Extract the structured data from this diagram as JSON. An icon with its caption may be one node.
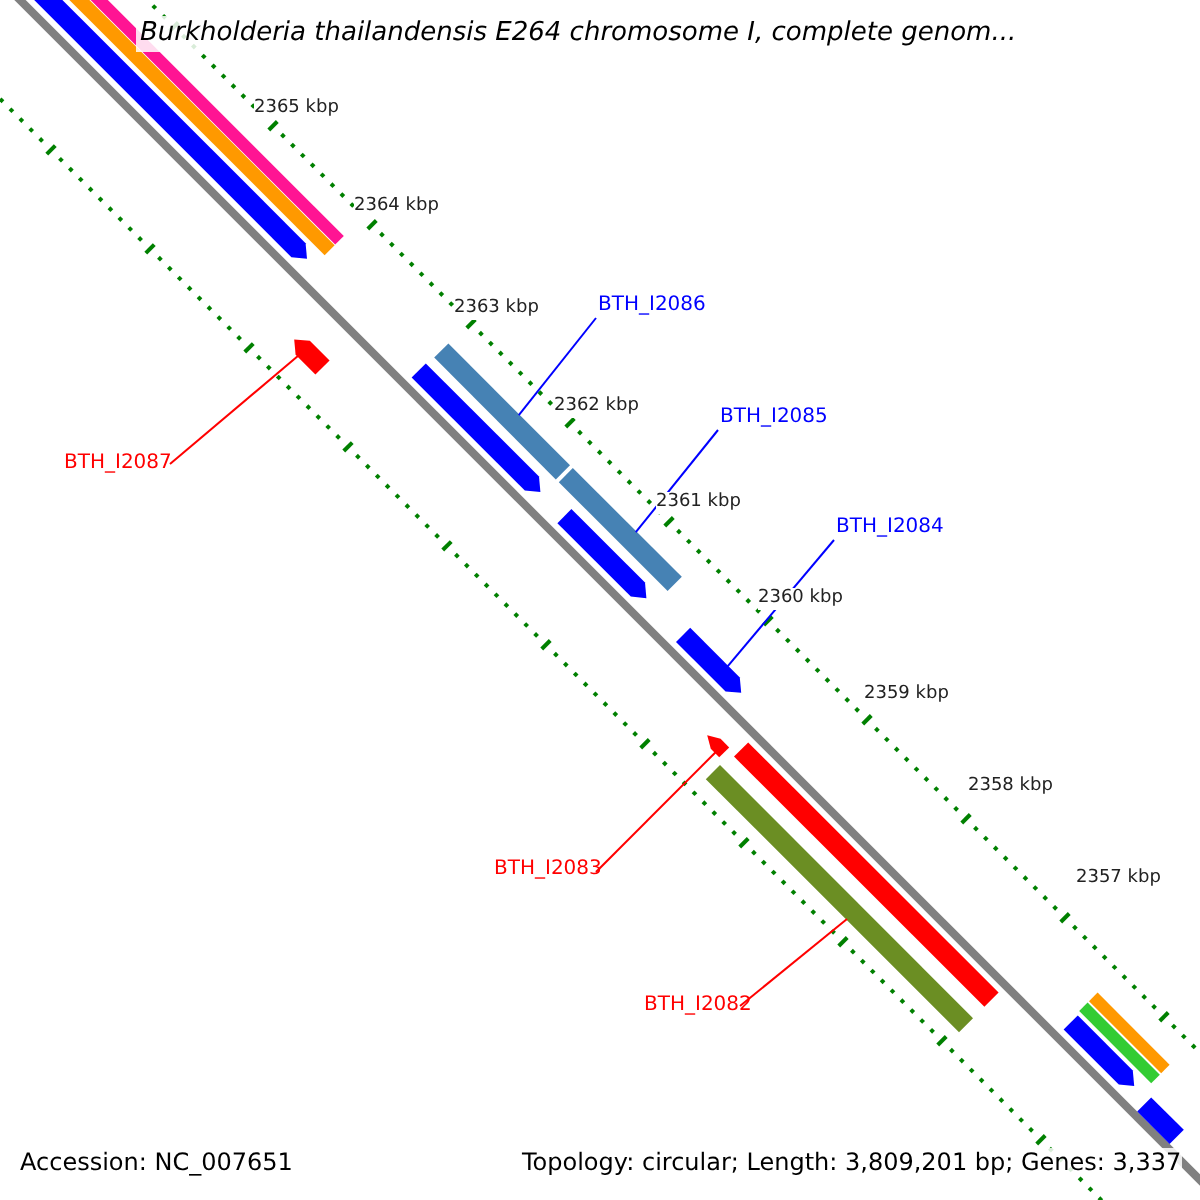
{
  "diagram": {
    "title": "Burkholderia thailandensis E264 chromosome I, complete genom...",
    "nodes": [
      {
        "text": [
          "BTH_I2086"
        ]
      },
      {
        "text": [
          "BTH_I2085"
        ]
      },
      {
        "text": [
          "BTH_I2084"
        ]
      },
      {
        "text": [
          "BTH_I2087"
        ]
      },
      {
        "text": [
          "BTH_I2083"
        ]
      },
      {
        "text": [
          "BTH_I2082"
        ]
      },
      {
        "text": [],
        "shape": "bar"
      },
      {
        "text": [],
        "shape": "bar"
      },
      {
        "text": [],
        "shape": "bar"
      },
      {
        "text": [],
        "shape": "bar"
      },
      {
        "text": [],
        "shape": "bar"
      },
      {
        "text": [],
        "shape": "bar"
      },
      {
        "text": [],
        "shape": "bar"
      },
      {
        "text": [],
        "shape": "bar"
      },
      {
        "text": [],
        "shape": "bar"
      },
      {
        "text": [],
        "shape": "bar"
      },
      {
        "text": [],
        "shape": "bar"
      },
      {
        "text": [],
        "shape": "bar"
      },
      {
        "text": [],
        "shape": "bar"
      },
      {
        "text": [],
        "shape": "bar"
      },
      {
        "text": [],
        "shape": "bar"
      },
      {
        "text": [],
        "shape": "bar"
      }
    ],
    "edges": [
      {
        "from": 0,
        "to": 10,
        "arrow": "none"
      },
      {
        "from": 1,
        "to": 12,
        "arrow": "none"
      },
      {
        "from": 2,
        "to": 14,
        "arrow": "none"
      },
      {
        "from": 3,
        "to": 9,
        "arrow": "none",
        "color": "#ff0000"
      },
      {
        "from": 4,
        "to": 15,
        "arrow": "none",
        "color": "#ff0000"
      },
      {
        "from": 5,
        "to": 17,
        "arrow": "none",
        "color": "#ff0000"
      }
    ],
    "labels": [
      "2365 kbp",
      "2364 kbp",
      "2363 kbp",
      "2362 kbp",
      "2361 kbp",
      "2360 kbp",
      "2359 kbp",
      "2358 kbp",
      "2357 kbp",
      "Accession: NC_007651",
      "Topology: circular; Length: 3,809,201 bp; Genes: 3,337"
    ]
  }
}
